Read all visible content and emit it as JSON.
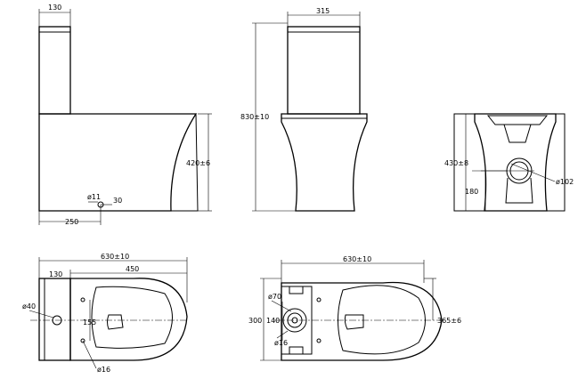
{
  "views": {
    "side": {
      "tank_width": "130",
      "height": "420±6",
      "outlet_dia": "ø11",
      "outlet_height": "30",
      "outlet_distance": "250"
    },
    "front": {
      "tank_width": "315",
      "total_height": "830±10"
    },
    "rear": {
      "height": "430±8",
      "outlet_height": "180",
      "outlet_dia": "ø102"
    },
    "top": {
      "total_length": "630±10",
      "tank_depth": "130",
      "seat_length": "450",
      "inlet_dia": "ø40",
      "hole_spacing": "155",
      "hole_dia": "ø16"
    },
    "bottom": {
      "total_length": "630±10",
      "width": "300",
      "spigot_width": "140",
      "spigot_dia": "ø70",
      "fixing_dia": "ø16",
      "half_width": "365±6"
    }
  }
}
